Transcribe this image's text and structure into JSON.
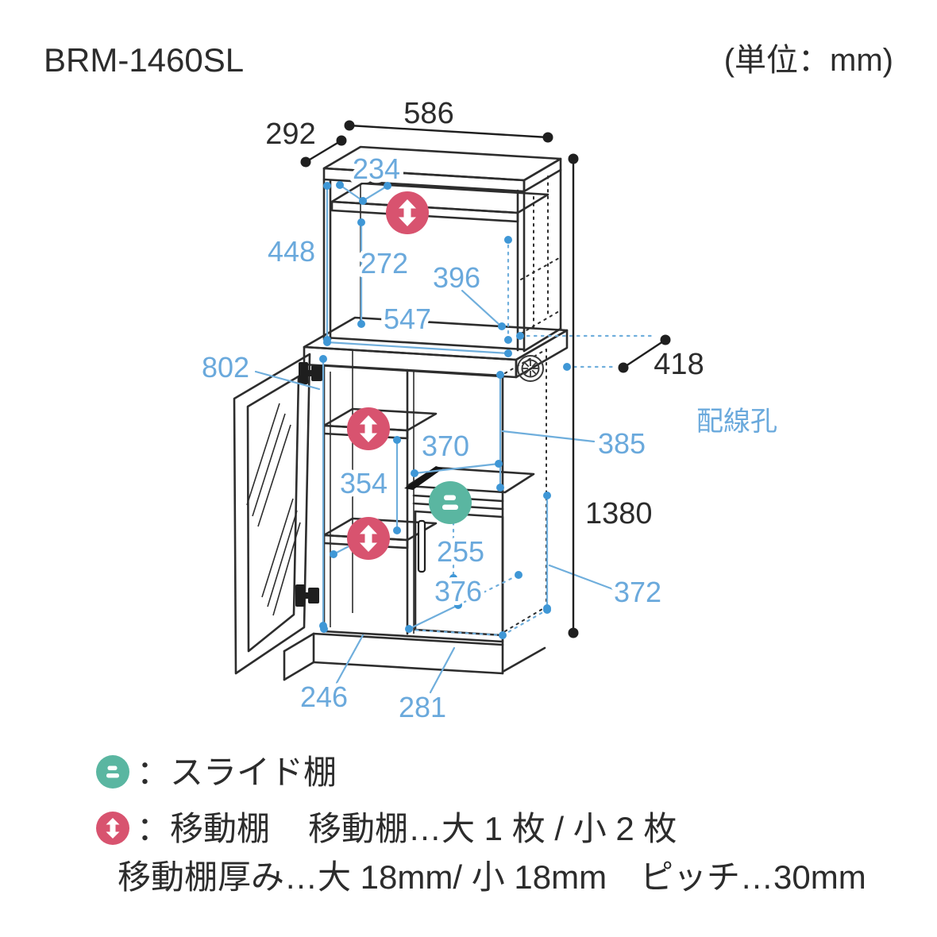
{
  "header": {
    "model_number": "BRM-1460SL",
    "unit_note": "(単位：mm)"
  },
  "diagram": {
    "wiring_hole_label": "配線孔",
    "dims": {
      "d586": "586",
      "d292": "292",
      "d418": "418",
      "d1380": "1380",
      "d234": "234",
      "d448": "448",
      "d272": "272",
      "d396": "396",
      "d547": "547",
      "d802": "802",
      "d370": "370",
      "d385": "385",
      "d354": "354",
      "d255": "255",
      "d376": "376",
      "d372": "372",
      "d246": "246",
      "d281": "281"
    },
    "icons": {
      "slide_shelf_icon": "slide-shelf-icon",
      "movable_shelf_icon": "movable-shelf-icon",
      "wiring_hole_icon": "wiring-hole-icon"
    }
  },
  "legend": {
    "slide_shelf_label": "：スライド棚",
    "movable_shelf_label": "：移動棚",
    "movable_shelf_count": "移動棚…大 1 枚 / 小 2 枚",
    "shelf_thickness_note": "移動棚厚み…大 18mm/ 小 18mm　ピッチ…30mm"
  },
  "colors": {
    "dimension_blue": "#6aa9dc",
    "movable_shelf_pink": "#d8536f",
    "slide_shelf_teal": "#5ab6a1",
    "line_black": "#2d2d2d"
  }
}
